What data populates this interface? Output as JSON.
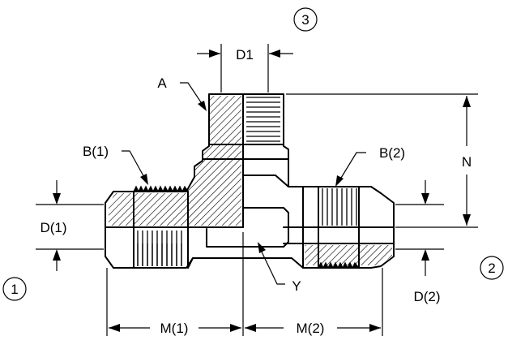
{
  "diagram": {
    "port_labels": {
      "port1": "1",
      "port2": "2",
      "port3": "3"
    },
    "labels": {
      "d1": "D1",
      "a": "A",
      "b1": "B(1)",
      "b2": "B(2)",
      "n": "N",
      "d_1": "D(1)",
      "d_2": "D(2)",
      "y": "Y",
      "m1": "M(1)",
      "m2": "M(2)"
    },
    "colors": {
      "ink": "#000000",
      "background": "#ffffff"
    }
  }
}
